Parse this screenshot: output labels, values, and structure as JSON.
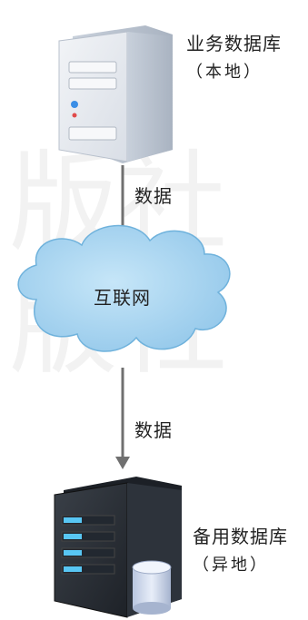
{
  "top_server": {
    "name": "业务数据库",
    "location": "（本地）"
  },
  "arrow_top_label": "数据",
  "cloud_label": "互联网",
  "arrow_bottom_label": "数据",
  "bottom_server": {
    "name": "备用数据库",
    "location": "（异地）"
  },
  "watermark": [
    "版社",
    "版社"
  ],
  "colors": {
    "cloud": "#9fd0ee",
    "cloud_edge": "#6fb2dc",
    "top_server": "#e7ebf1",
    "bottom_server": "#2a2f36",
    "bottom_accent": "#58c6f3",
    "arrow": "#707070"
  }
}
